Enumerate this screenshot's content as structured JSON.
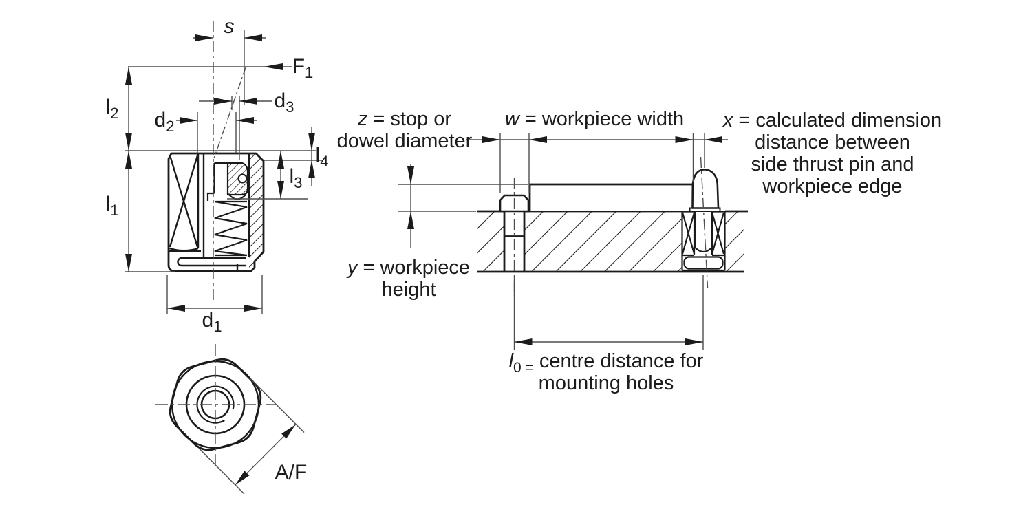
{
  "colors": {
    "ink": "#1b1b1b",
    "thin_line": "#4d4d4d",
    "background": "#ffffff"
  },
  "section_view": {
    "dims": {
      "s": {
        "text": "s"
      },
      "f1": {
        "base": "F",
        "sub": "1"
      },
      "d3": {
        "base": "d",
        "sub": "3"
      },
      "d2": {
        "base": "d",
        "sub": "2"
      },
      "l2": {
        "base": "l",
        "sub": "2"
      },
      "l1": {
        "base": "l",
        "sub": "1"
      },
      "l4": {
        "base": "l",
        "sub": "4"
      },
      "l3": {
        "base": "l",
        "sub": "3"
      },
      "d1": {
        "base": "d",
        "sub": "1"
      },
      "af": {
        "text": "A/F"
      }
    }
  },
  "installation_view": {
    "notes": {
      "z": {
        "var": "z",
        "line1": "= stop or",
        "line2": "dowel diameter"
      },
      "w": {
        "var": "w",
        "line1": "= workpiece width"
      },
      "x": {
        "var": "x",
        "line1": "= calculated dimension",
        "line2": "distance between",
        "line3": "side thrust pin and",
        "line4": "workpiece edge"
      },
      "y": {
        "var": "y",
        "line1": "= workpiece",
        "line2": "height"
      },
      "l0": {
        "var": "l",
        "sub": "0 =",
        "line1": "centre distance for",
        "line2": "mounting holes"
      }
    }
  }
}
